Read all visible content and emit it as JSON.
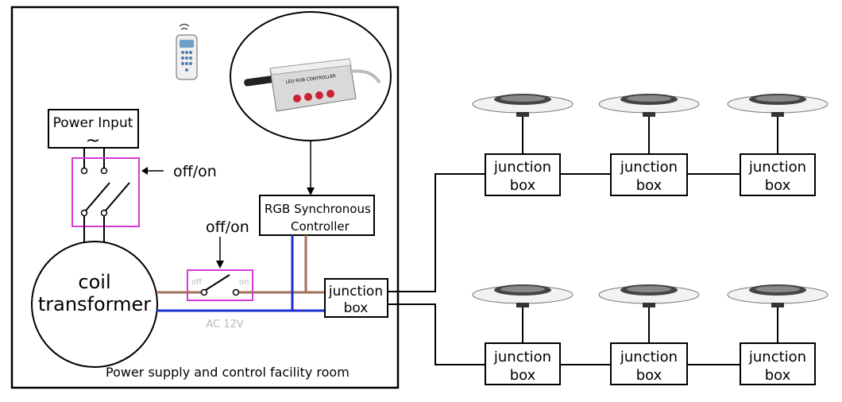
{
  "labels": {
    "power_input": "Power Input",
    "tilde": "~",
    "off_on_top": "off/on",
    "off_on_mid": "off/on",
    "switch_off": "off",
    "switch_on": "on",
    "ac_voltage": "AC 12V",
    "coil_line1": "coil",
    "coil_line2": "transformer",
    "rgb_line1": "RGB  Synchronous",
    "rgb_line2": "Controller",
    "controller_device_text": "LED RGB CONTROLLER",
    "main_jb_line1": "junction",
    "main_jb_line2": "box",
    "room_caption": "Power supply and control facility room"
  },
  "junction_boxes": [
    {
      "line1": "junction",
      "line2": "box"
    },
    {
      "line1": "junction",
      "line2": "box"
    },
    {
      "line1": "junction",
      "line2": "box"
    },
    {
      "line1": "junction",
      "line2": "box"
    },
    {
      "line1": "junction",
      "line2": "box"
    },
    {
      "line1": "junction",
      "line2": "box"
    }
  ],
  "colors": {
    "outline": "#000000",
    "magenta": "#d63ad6",
    "brown_wire": "#a0705a",
    "blue_wire": "#1c2fd1",
    "gray_text": "#b8b8b8",
    "button_red": "#cc2233"
  }
}
